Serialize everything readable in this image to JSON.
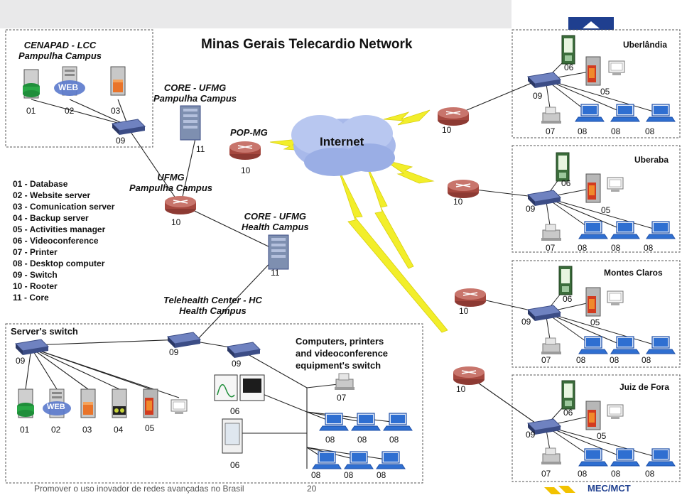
{
  "title": "Minas Gerais Telecardio Network",
  "cenapad": {
    "title_line1": "CENAPAD - LCC",
    "title_line2": "Pampulha Campus",
    "n01": "01",
    "n02": "02",
    "n03": "03",
    "n09": "09",
    "web": "WEB"
  },
  "core_pampulha": {
    "line1": "CORE - UFMG",
    "line2": "Pampulha Campus",
    "n11": "11"
  },
  "pop": {
    "label": "POP-MG",
    "n10": "10"
  },
  "internet": {
    "label": "Internet"
  },
  "ufmg_pampulha": {
    "line1": "UFMG",
    "line2": "Pampulha Campus",
    "n10": "10"
  },
  "core_health": {
    "line1": "CORE - UFMG",
    "line2": "Health Campus",
    "n11": "11"
  },
  "telehealth": {
    "line1": "Telehealth Center - HC",
    "line2": "Health Campus"
  },
  "legend": [
    "01 - Database",
    "02 - Website server",
    "03 - Comunication server",
    "04 - Backup server",
    "05 - Activities manager",
    "06 - Videoconference",
    "07 - Printer",
    "08 - Desktop computer",
    "09 - Switch",
    "10 - Rooter",
    "11 - Core"
  ],
  "servers_switch": {
    "label": "Server's switch",
    "n09": "09",
    "n01": "01",
    "n02": "02",
    "n03": "03",
    "n04": "04",
    "n05": "05",
    "web": "WEB"
  },
  "hc_switch": {
    "n09a": "09",
    "n09b": "09"
  },
  "equipment": {
    "line1": "Computers, printers",
    "line2": "and videoconference",
    "line3": "equipment's switch",
    "n07": "07",
    "n06a": "06",
    "n06b": "06",
    "n08": "08"
  },
  "sites": [
    {
      "city": "Uberlândia",
      "n06": "06",
      "n05": "05",
      "n09": "09",
      "n07": "07",
      "n08": "08",
      "n10": "10"
    },
    {
      "city": "Uberaba",
      "n06": "06",
      "n05": "05",
      "n09": "09",
      "n07": "07",
      "n08": "08",
      "n10": "10"
    },
    {
      "city": "Montes Claros",
      "n06": "06",
      "n05": "05",
      "n09": "09",
      "n07": "07",
      "n08": "08",
      "n10": "10"
    },
    {
      "city": "Juiz de Fora",
      "n06": "06",
      "n05": "05",
      "n09": "09",
      "n07": "07",
      "n08": "08",
      "n10": "10"
    }
  ],
  "footer": {
    "text": "Promover o uso inovador de redes avançadas no Brasil",
    "page": "20",
    "brand": "MEC/MCT"
  },
  "colors": {
    "router": "#b5574e",
    "switch": "#5a6fae",
    "computer": "#2f6fd1",
    "cloud": "#9fb2e6",
    "lightning": "#f2ee2a",
    "logo": "#1f3f8f"
  }
}
